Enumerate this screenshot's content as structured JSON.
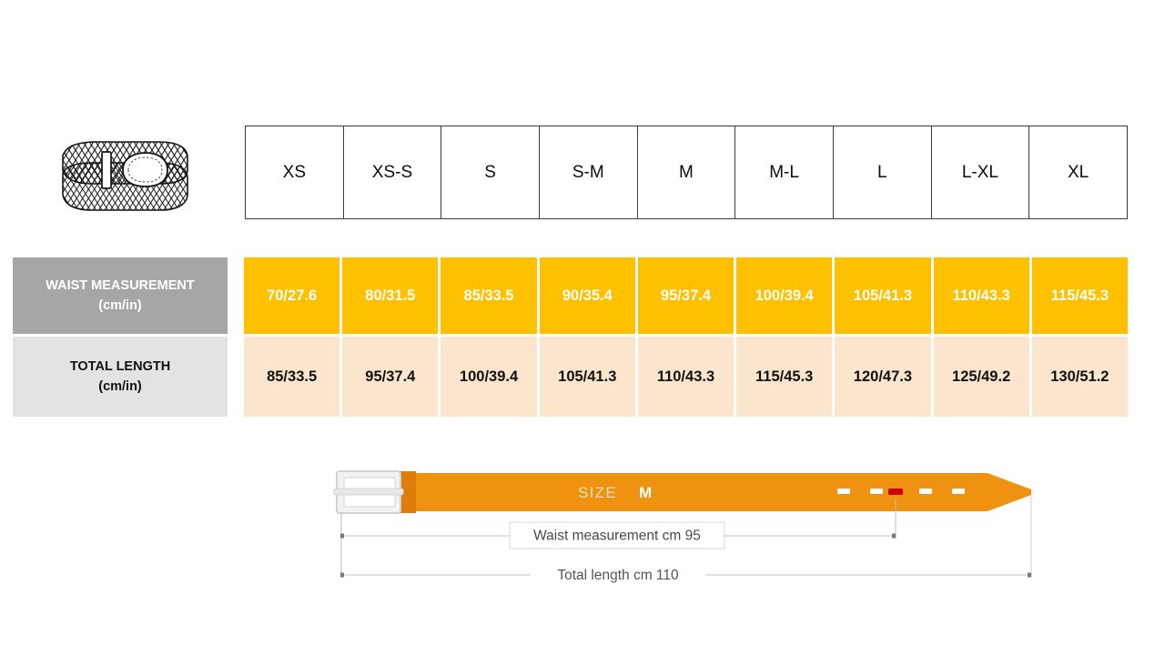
{
  "product_icon": {
    "name": "braided-belt-illustration",
    "alt": "Rolled braided belt line drawing"
  },
  "size_table": {
    "sizes": [
      "XS",
      "XS-S",
      "S",
      "S-M",
      "M",
      "M-L",
      "L",
      "L-XL",
      "XL"
    ],
    "rows": [
      {
        "label": "WAIST MEASUREMENT",
        "unit": "(cm/in)",
        "label_bg": "#a6a6a6",
        "label_color": "#ffffff",
        "cell_bg": "#ffc000",
        "cell_color": "#ffffff",
        "values": [
          "70/27.6",
          "80/31.5",
          "85/33.5",
          "90/35.4",
          "95/37.4",
          "100/39.4",
          "105/41.3",
          "110/43.3",
          "115/45.3"
        ]
      },
      {
        "label": "TOTAL LENGTH",
        "unit": "(cm/in)",
        "label_bg": "#e3e3e3",
        "label_color": "#111111",
        "cell_bg": "#fce5cd",
        "cell_color": "#111111",
        "values": [
          "85/33.5",
          "95/37.4",
          "100/39.4",
          "105/41.3",
          "110/43.3",
          "115/45.3",
          "120/47.3",
          "125/49.2",
          "130/51.2"
        ]
      }
    ]
  },
  "belt_diagram": {
    "size_word": "SIZE",
    "size_value": "M",
    "waist_label": "Waist measurement cm 95",
    "total_label": "Total length cm 110",
    "belt_color": "#ef9111",
    "belt_loop_color": "#e07d0a",
    "buckle_color": "#efefef",
    "buckle_stroke": "#c9c9c9",
    "hole_color": "#ffffff",
    "active_hole_color": "#cc0000",
    "hole_count": 5,
    "active_hole_index": 3
  }
}
